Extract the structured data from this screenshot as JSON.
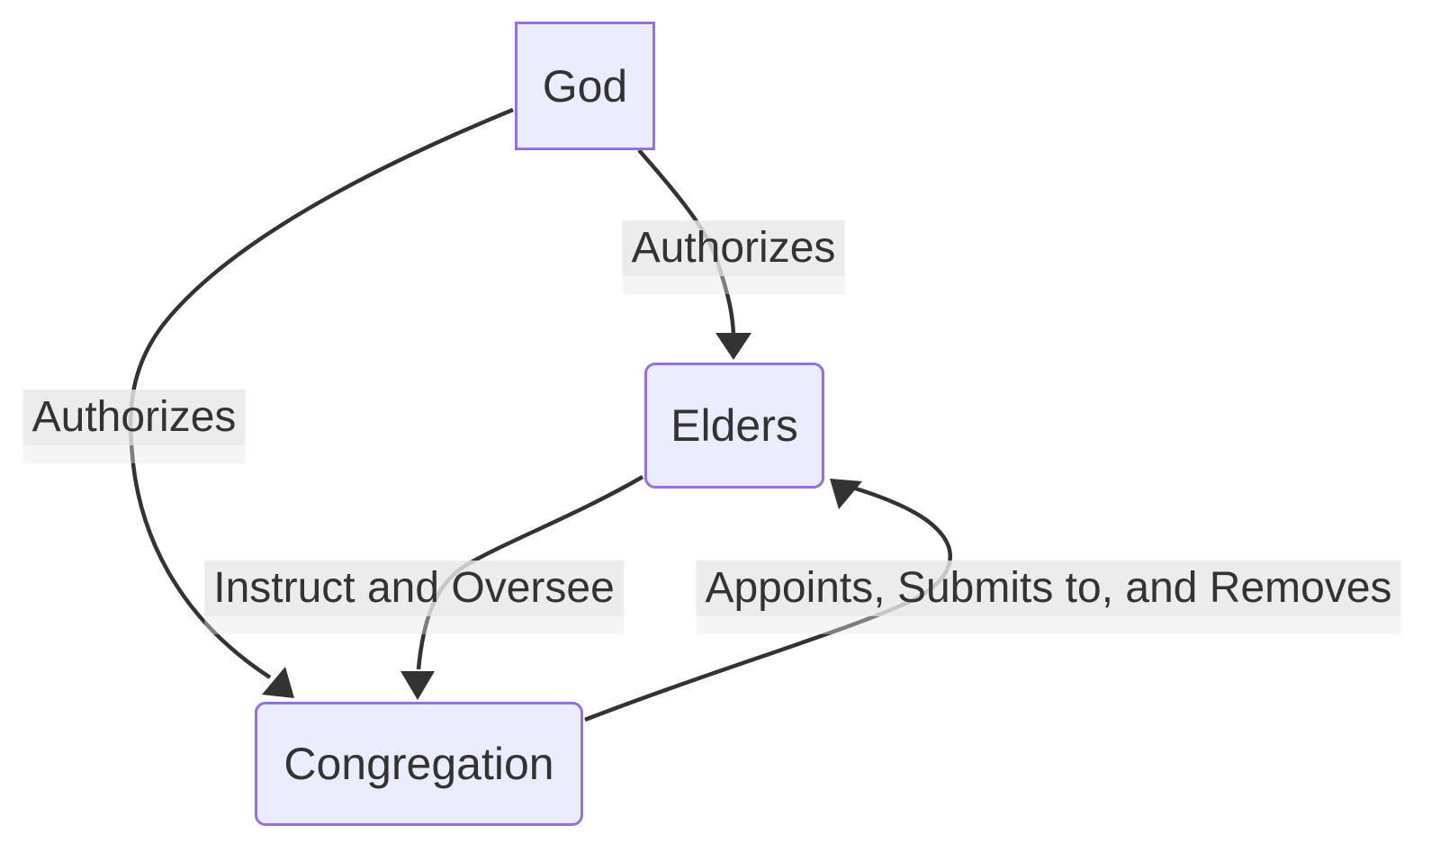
{
  "diagram": {
    "type": "flowchart",
    "background": "#ffffff",
    "colors": {
      "node_fill": "#ECECFF",
      "node_border": "#9370DB",
      "edge_stroke": "#333333",
      "label_background": "#e8e8e8",
      "text": "#333333"
    },
    "nodes": [
      {
        "id": "god",
        "label": "God",
        "shape": "square"
      },
      {
        "id": "elders",
        "label": "Elders",
        "shape": "rounded"
      },
      {
        "id": "congregation",
        "label": "Congregation",
        "shape": "rounded"
      }
    ],
    "edges": [
      {
        "from": "God",
        "to": "Elders",
        "label": "Authorizes"
      },
      {
        "from": "God",
        "to": "Congregation",
        "label": "Authorizes"
      },
      {
        "from": "Elders",
        "to": "Congregation",
        "label": "Instruct and Oversee"
      },
      {
        "from": "Congregation",
        "to": "Elders",
        "label": "Appoints, Submits to, and Removes"
      }
    ]
  }
}
